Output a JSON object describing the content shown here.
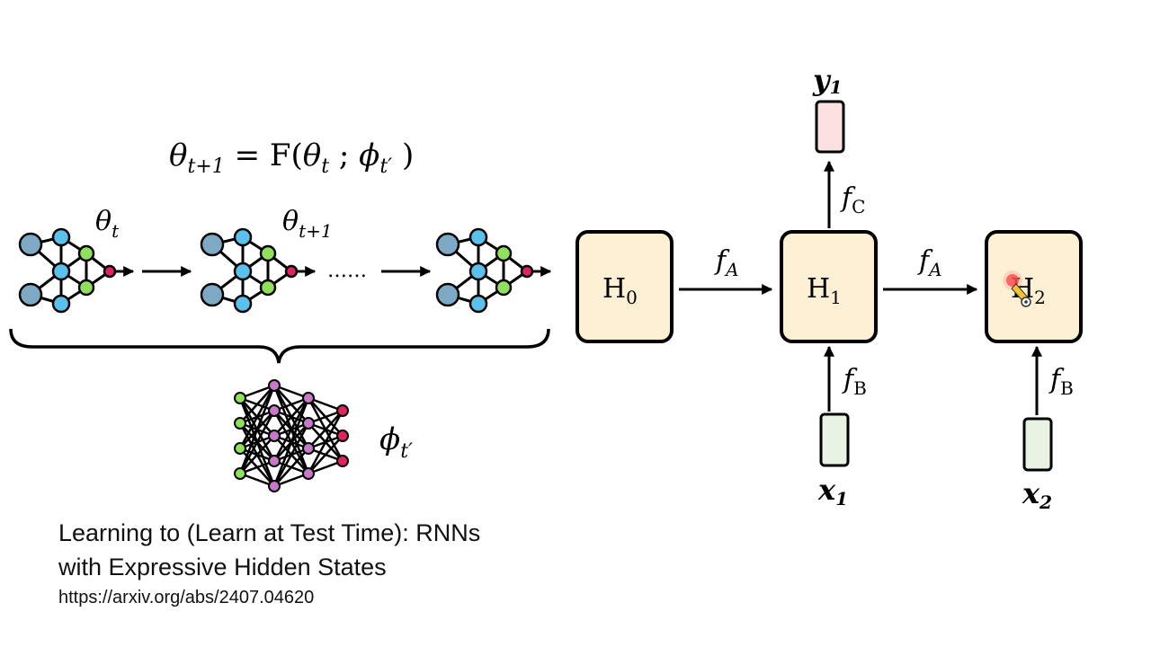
{
  "formula": {
    "lhs": "θ",
    "lhs_sub": "t+1",
    "eq": " = F(",
    "arg1": "θ",
    "arg1_sub": "t",
    "sep": " ; ",
    "arg2": "ϕ",
    "arg2_sub": "t′",
    "close": " )"
  },
  "inner_loop": {
    "label_1": "θ",
    "label_1_sub": "t",
    "label_2": "θ",
    "label_2_sub": "t+1",
    "ellipsis": "……"
  },
  "outer_model": {
    "label": "ϕ",
    "label_sub": "t′"
  },
  "rnn": {
    "h0": "H",
    "h0_sub": "0",
    "h1": "H",
    "h1_sub": "1",
    "h2": "H",
    "h2_sub": "2",
    "fa1": "f",
    "fa1_sub": "A",
    "fa2": "f",
    "fa2_sub": "A",
    "fb1": "f",
    "fb1_sub": "B",
    "fb2": "f",
    "fb2_sub": "B",
    "fc": "f",
    "fc_sub": "C",
    "y1": "y",
    "y1_sub": "1",
    "x1": "x",
    "x1_sub": "1",
    "x2": "x",
    "x2_sub": "2"
  },
  "colors": {
    "hidden_fill": "#fdf0d5",
    "input_fill": "#e9f3e3",
    "output_fill": "#fbe1df",
    "node_blue": "#5bc0eb",
    "node_steel": "#7ea9c4",
    "node_green": "#8fe05a",
    "node_red": "#e0245e",
    "node_pink": "#c878c8"
  },
  "caption": {
    "title_line1": "Learning to (Learn at Test Time): RNNs",
    "title_line2": "with Expressive Hidden States",
    "url": "https://arxiv.org/abs/2407.04620"
  }
}
